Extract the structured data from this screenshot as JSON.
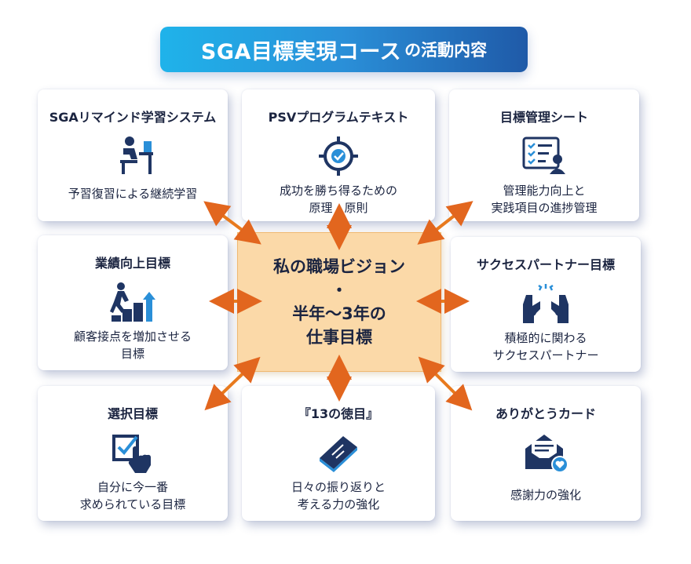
{
  "title": {
    "main": "SGA目標実現コース",
    "sub": "の活動内容"
  },
  "center": {
    "line1": "私の職場ビジョン",
    "line2": "・",
    "line3": "半年～3年の",
    "line4": "仕事目標"
  },
  "cards": [
    {
      "id": "sga-remind",
      "title": "SGAリマインド学習システム",
      "desc1": "予習復習による継続学習",
      "desc2": "",
      "icon": "study-desk-icon"
    },
    {
      "id": "psv",
      "title": "PSVプログラムテキスト",
      "desc1": "成功を勝ち得るための",
      "desc2": "原理・原則",
      "icon": "target-icon"
    },
    {
      "id": "goal-sheet",
      "title": "目標管理シート",
      "desc1": "管理能力向上と",
      "desc2": "実践項目の進捗管理",
      "icon": "checklist-user-icon"
    },
    {
      "id": "performance",
      "title": "業績向上目標",
      "desc1": "顧客接点を増加させる",
      "desc2": "目標",
      "icon": "growth-stairs-icon"
    },
    {
      "id": "partner",
      "title": "サクセスパートナー目標",
      "desc1": "積極的に関わる",
      "desc2": "サクセスパートナー",
      "icon": "high-five-icon"
    },
    {
      "id": "choice",
      "title": "選択目標",
      "desc1": "自分に今一番",
      "desc2": "求められている目標",
      "icon": "checkbox-hand-icon"
    },
    {
      "id": "virtues",
      "title": "『13の徳目』",
      "desc1": "日々の振り返りと",
      "desc2": "考える力の強化",
      "icon": "book-icon"
    },
    {
      "id": "thanks",
      "title": "ありがとうカード",
      "desc1": "感謝力の強化",
      "desc2": "",
      "icon": "heart-mail-icon"
    }
  ],
  "colors": {
    "navy": "#1f3563",
    "blue": "#2a8fd8",
    "center": "#fbd9a8",
    "arrowStart": "#f0a020",
    "arrowEnd": "#d83a1c"
  }
}
